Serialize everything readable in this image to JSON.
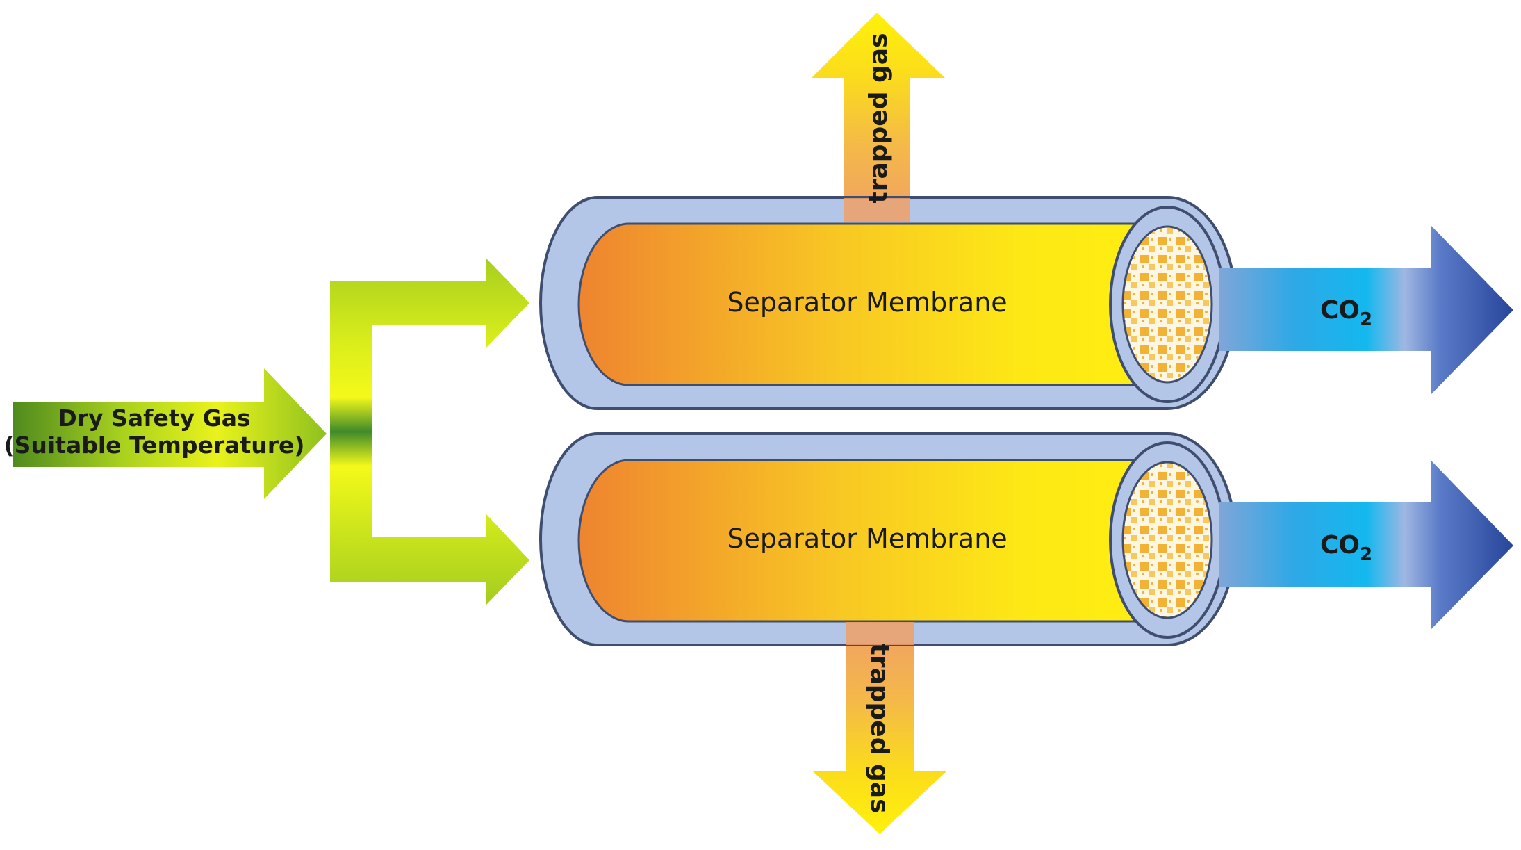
{
  "inlet": {
    "line1": "Dry Safety Gas",
    "line2": "(Suitable Temperature)"
  },
  "membranes": [
    {
      "label": "Separator Membrane",
      "outlet_main": "CO",
      "outlet_sub": "2",
      "trapped_label": "trapped gas"
    },
    {
      "label": "Separator Membrane",
      "outlet_main": "CO",
      "outlet_sub": "2",
      "trapped_label": "trapped gas"
    }
  ],
  "colors": {
    "inlet_green_dark": "#4f8a1e",
    "inlet_green_light": "#c6e11c",
    "inlet_yellow": "#f0f51a",
    "shell_blue": "#b3c6e8",
    "shell_stroke": "#3f4d6e",
    "core_orange": "#ef8a2f",
    "core_yellow": "#fdf511",
    "co2_blue_light": "#1fb7ef",
    "co2_blue_dark": "#27459a",
    "trapped_orange": "#f0a35e",
    "trapped_yellow": "#fde70c",
    "mesh_orange": "#f2b236"
  },
  "icons": {
    "mesh": "honeycomb-mesh-icon"
  }
}
